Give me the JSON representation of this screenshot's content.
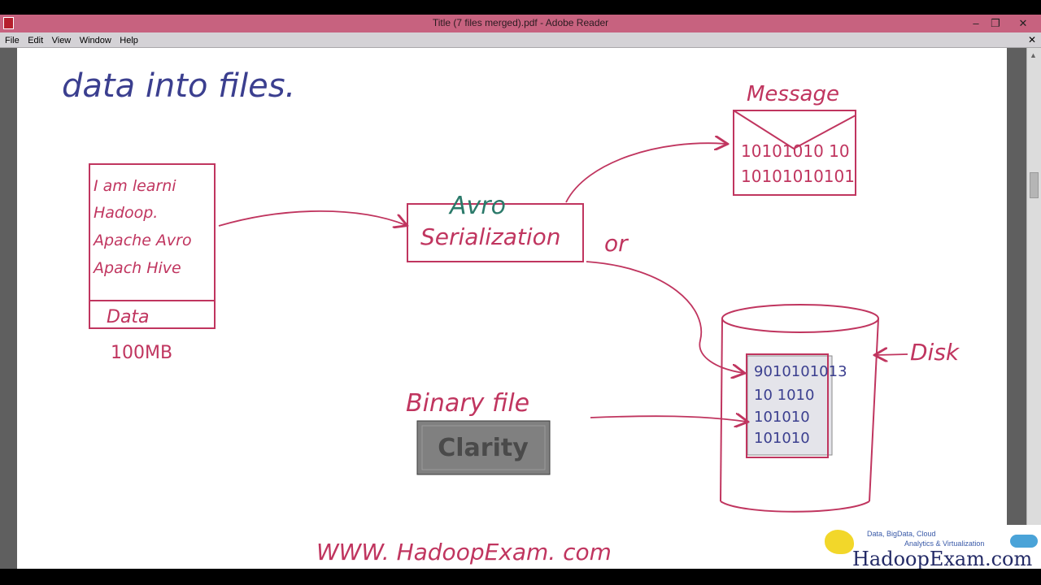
{
  "window": {
    "title": "Title (7 files merged).pdf - Adobe Reader",
    "controls": {
      "minimize": "–",
      "restore": "❐",
      "close": "✕"
    }
  },
  "menubar": {
    "items": [
      "File",
      "Edit",
      "View",
      "Window",
      "Help"
    ],
    "close_doc": "✕"
  },
  "document": {
    "heading": "data into files.",
    "left_box": {
      "lines": [
        "I am learni",
        "Hadoop.",
        "Apache Avro",
        "Apach Hive"
      ],
      "label": "Data",
      "size": "100MB"
    },
    "serializer": {
      "top": "Avro",
      "bottom": "Serialization"
    },
    "or_label": "or",
    "message": {
      "title": "Message",
      "rows": [
        "10101010 10",
        "10101010101"
      ]
    },
    "disk": {
      "label": "Disk",
      "rows": [
        "9010101013",
        "10 1010",
        "101010",
        "101010"
      ]
    },
    "binary_label": "Binary file",
    "stamp": "Clarity",
    "website": "WWW. HadoopExam. com"
  },
  "logo": {
    "tagline1": "Data, BigData, Cloud",
    "tagline2": "Analytics & Virtualization",
    "brand": "HadoopExam.com"
  },
  "colors": {
    "titlebar": "#c7627f",
    "ink_pink": "#c0355f",
    "ink_blue": "#3b3f8f",
    "ink_green": "#2b7a6a"
  }
}
